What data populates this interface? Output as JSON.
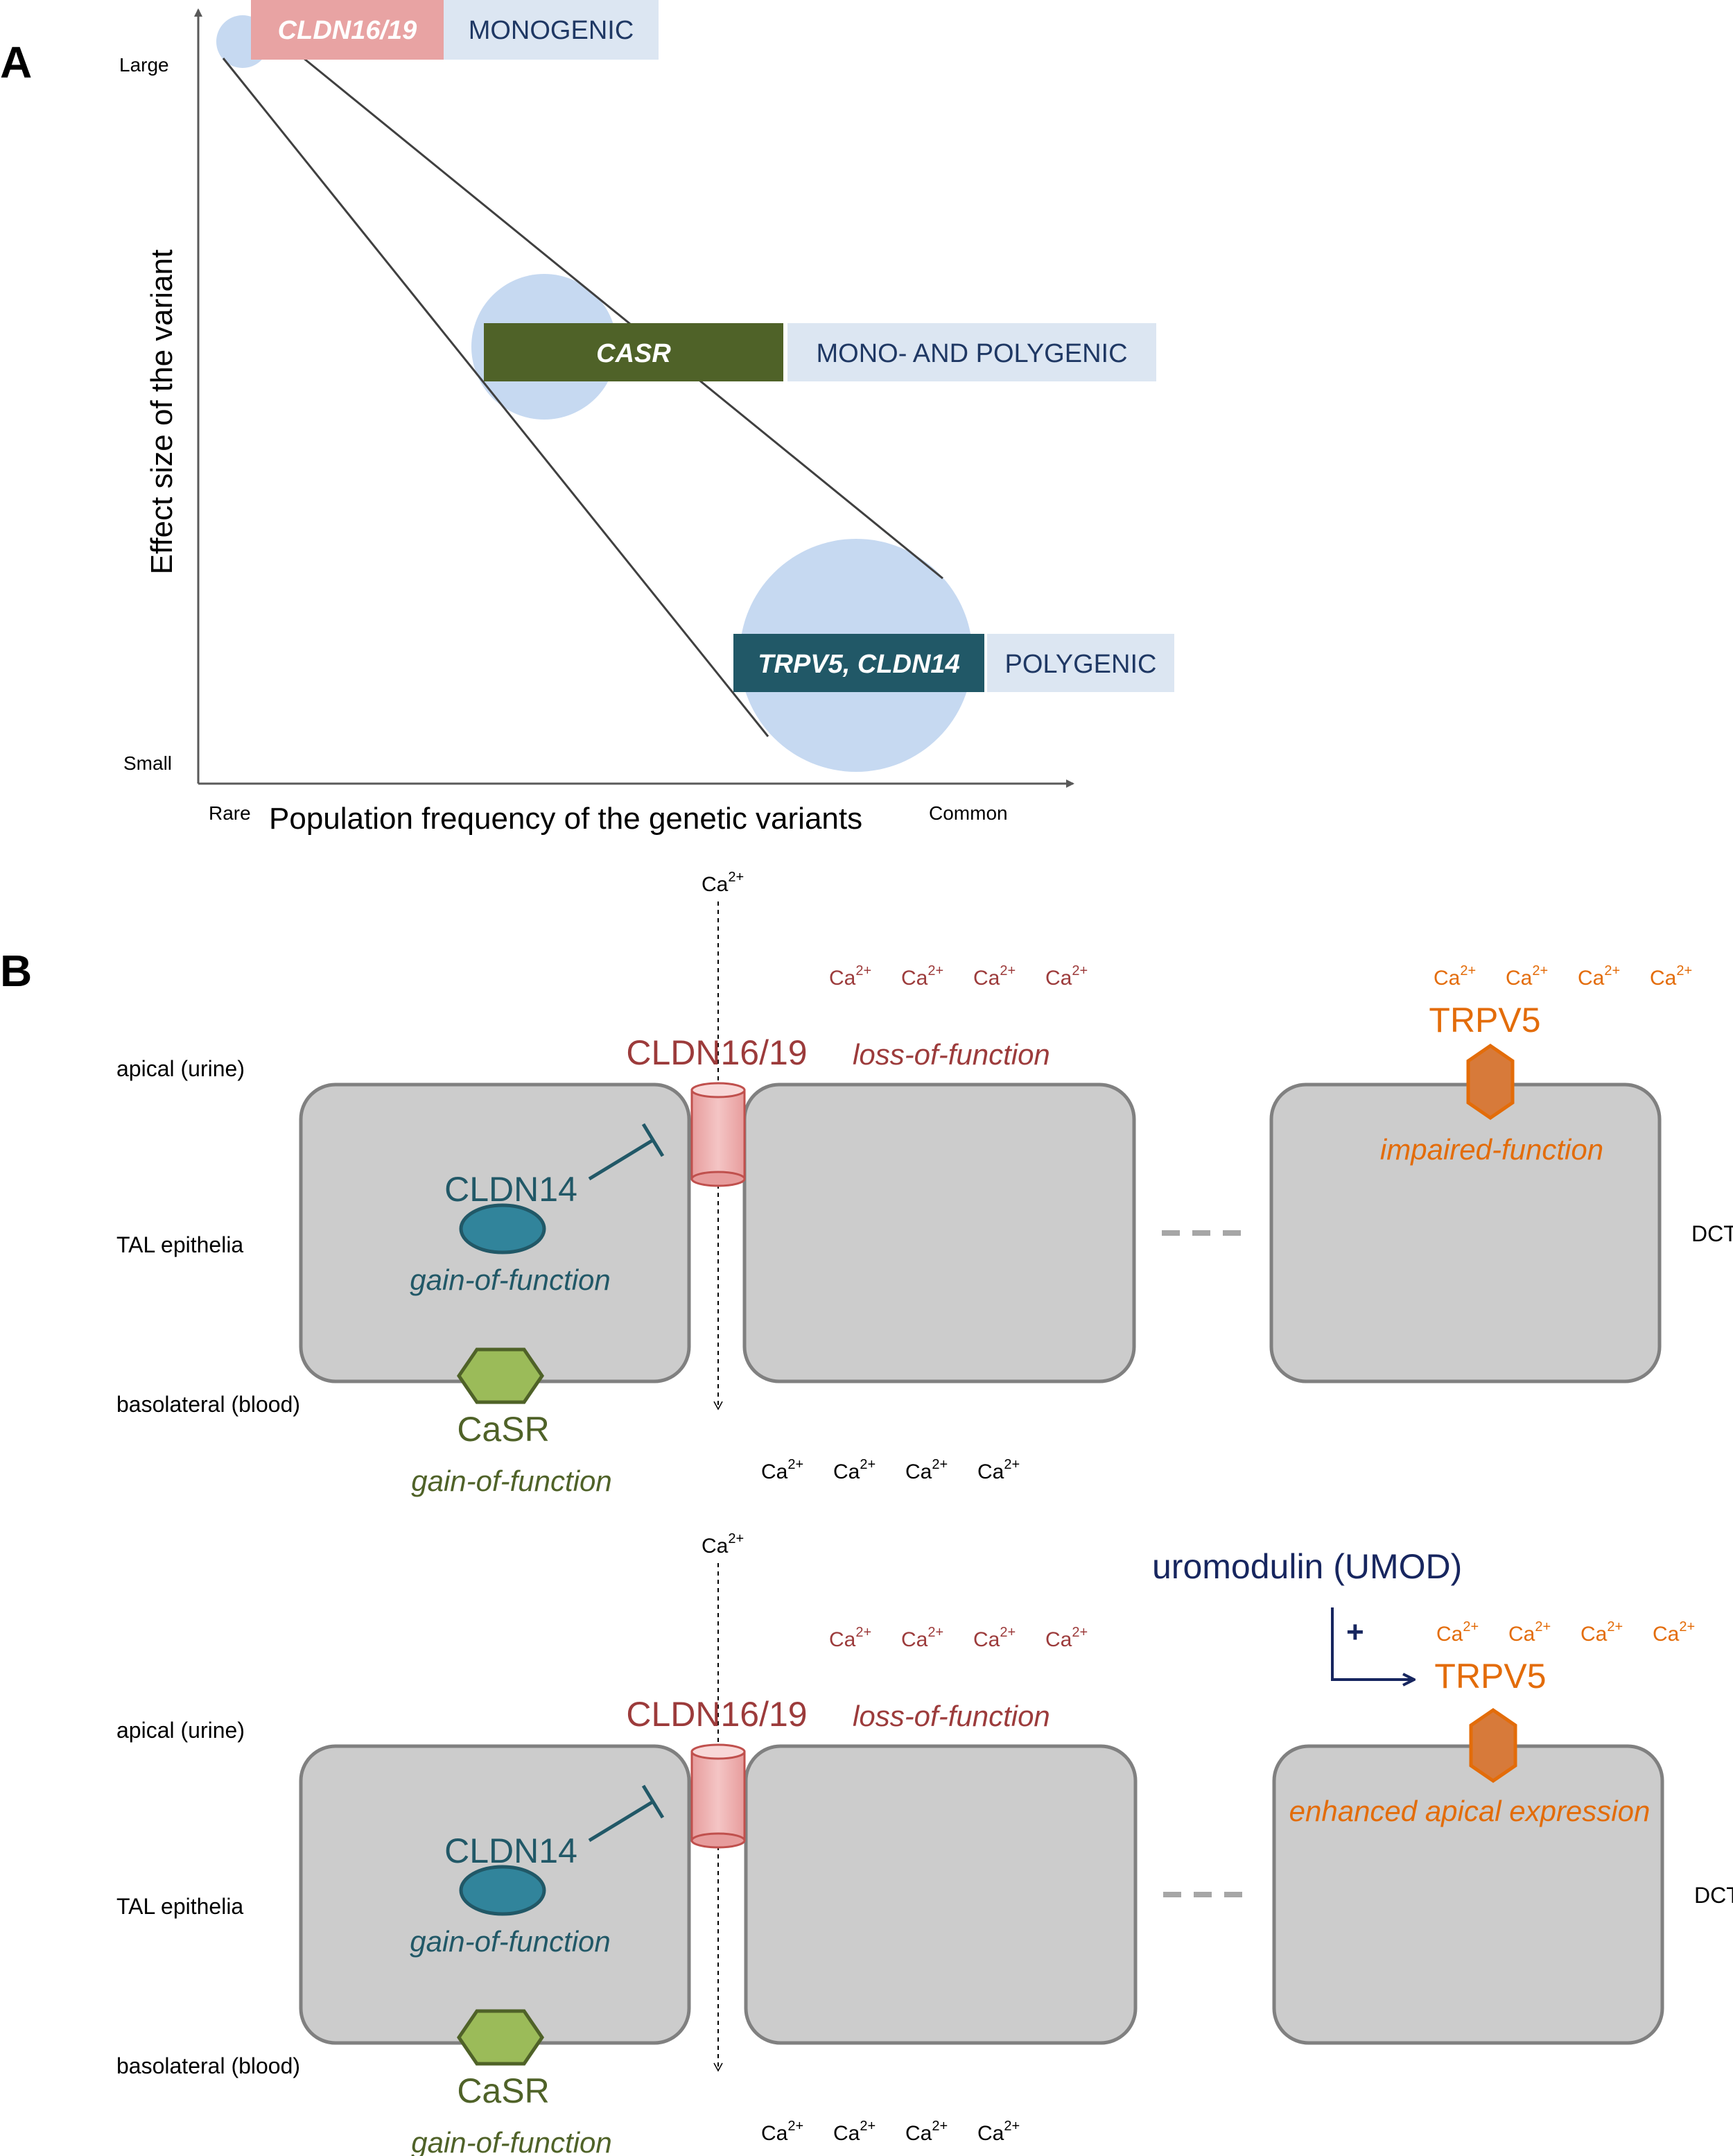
{
  "panel_a": {
    "letter": "A",
    "y_axis_label": "Effect size of the variant",
    "y_tick_large": "Large",
    "y_tick_small": "Small",
    "x_axis_label": "Population frequency of the genetic variants",
    "x_tick_rare": "Rare",
    "x_tick_common": "Common",
    "groups": [
      {
        "gene": "CLDN16/19",
        "class": "MONOGENIC"
      },
      {
        "gene": "CASR",
        "class": "MONO- AND POLYGENIC"
      },
      {
        "gene": "TRPV5, CLDN14",
        "class": "POLYGENIC"
      }
    ]
  },
  "panel_b": {
    "letter": "B",
    "rows": [
      {
        "ion_top": "Ca",
        "ion_sup": "2+",
        "lumen_ions": [
          "Ca",
          "Ca",
          "Ca",
          "Ca"
        ],
        "dct_ions": [
          "Ca",
          "Ca",
          "Ca",
          "Ca"
        ],
        "blood_ions": [
          "Ca",
          "Ca",
          "Ca",
          "Ca"
        ],
        "label_apical": "apical (urine)",
        "label_tal": "TAL epithelia",
        "label_basolateral": "basolateral (blood)",
        "label_dct": "DCT",
        "cldn1619": "CLDN16/19",
        "cldn1619_effect": "loss-of-function",
        "cldn14": "CLDN14",
        "cldn14_effect": "gain-of-function",
        "casr": "CaSR",
        "casr_effect": "gain-of-function",
        "trpv5": "TRPV5",
        "trpv5_effect": "impaired-function"
      },
      {
        "ion_top": "Ca",
        "ion_sup": "2+",
        "lumen_ions": [
          "Ca",
          "Ca",
          "Ca",
          "Ca"
        ],
        "dct_ions": [
          "Ca",
          "Ca",
          "Ca",
          "Ca"
        ],
        "blood_ions": [
          "Ca",
          "Ca",
          "Ca",
          "Ca"
        ],
        "label_apical": "apical (urine)",
        "label_tal": "TAL epithelia",
        "label_basolateral": "basolateral (blood)",
        "label_dct": "DCT",
        "cldn1619": "CLDN16/19",
        "cldn1619_effect": "loss-of-function",
        "cldn14": "CLDN14",
        "cldn14_effect": "gain-of-function",
        "casr": "CaSR",
        "casr_effect": "gain-of-function",
        "trpv5": "TRPV5",
        "trpv5_effect": "enhanced apical expression",
        "umod": "uromodulin (UMOD)",
        "umod_sign": "+"
      }
    ]
  },
  "colors": {
    "cldn1619": "#e8a3a3",
    "cldn1619_text": "#9c3b3b",
    "casr_box": "#4f6228",
    "casr_text": "#4f6228",
    "casr_hex": "#9bbb59",
    "trpv5_box": "#215867",
    "cldn14": "#31849b",
    "cldn14_text": "#215867",
    "trpv5": "#e36c09",
    "label_bg": "#dce6f2",
    "label_text": "#1f3864",
    "bubble": "#c6d9f1",
    "cell_fill": "#cccccc",
    "cell_stroke": "#808080",
    "umod": "#17265f"
  }
}
